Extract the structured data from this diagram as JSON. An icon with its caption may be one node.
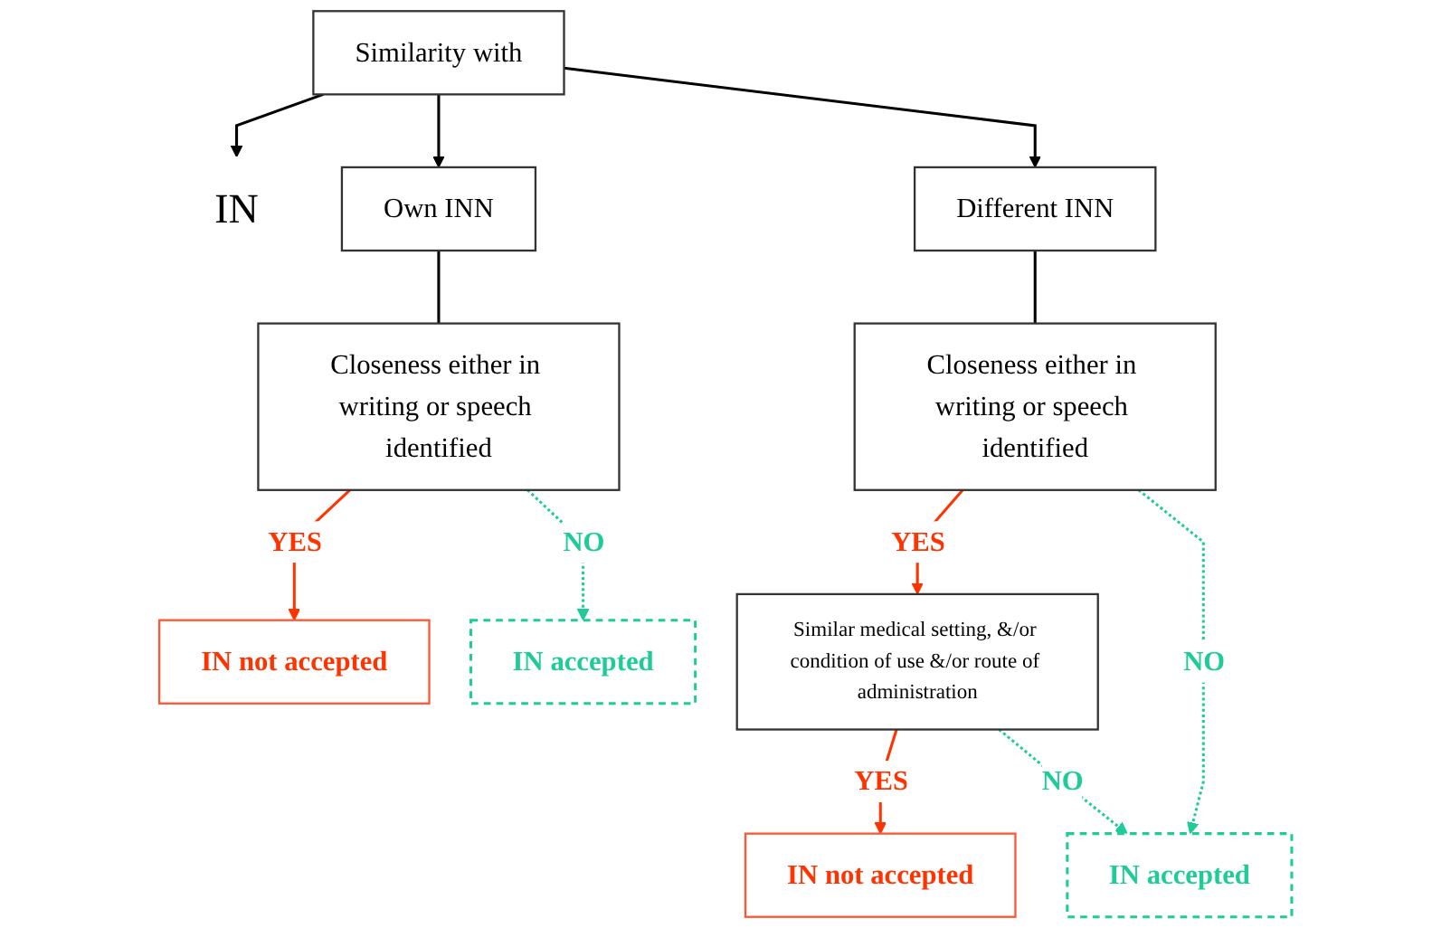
{
  "diagram": {
    "nodes": [
      {
        "text": [
          "IN"
        ]
      },
      {
        "text": [
          "Similarity with"
        ]
      },
      {
        "text": [
          "Own INN"
        ]
      },
      {
        "text": [
          "Different INN"
        ]
      },
      {
        "text": [
          "Closeness either in writing or speech identified"
        ]
      },
      {
        "text": [
          "Closeness either in writing or speech identified"
        ]
      },
      {
        "text": [
          "IN not accepted"
        ]
      },
      {
        "text": [
          "IN accepted"
        ]
      },
      {
        "text": [
          "Similar medical setting, &/or condition of use &/or route of administration"
        ]
      },
      {
        "text": [
          "IN not accepted"
        ]
      },
      {
        "text": [
          "IN accepted"
        ]
      }
    ],
    "edges": [
      {
        "from": 1,
        "to": 0,
        "arrow": "to"
      },
      {
        "from": 1,
        "to": 2,
        "arrow": "to"
      },
      {
        "from": 1,
        "to": 3,
        "arrow": "to"
      },
      {
        "from": 2,
        "to": 4,
        "arrow": "none"
      },
      {
        "from": 3,
        "to": 5,
        "arrow": "none"
      },
      {
        "from": 4,
        "to": 6,
        "arrow": "to",
        "label": "YES",
        "color": "#ff3300"
      },
      {
        "from": 4,
        "to": 7,
        "arrow": "to",
        "label": "NO",
        "style": "dashed",
        "color": "#1fcc99"
      },
      {
        "from": 5,
        "to": 8,
        "arrow": "to",
        "label": "YES",
        "color": "#ff3300"
      },
      {
        "from": 5,
        "to": 10,
        "arrow": "to",
        "label": "NO",
        "style": "dashed",
        "color": "#1fcc99"
      },
      {
        "from": 8,
        "to": 9,
        "arrow": "to",
        "label": "YES",
        "color": "#ff3300"
      },
      {
        "from": 8,
        "to": 10,
        "arrow": "to",
        "label": "NO",
        "style": "dashed",
        "color": "#1fcc99"
      }
    ]
  }
}
